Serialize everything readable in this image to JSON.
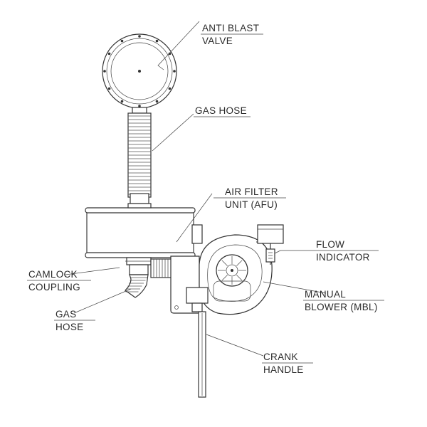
{
  "labels": {
    "anti_blast_valve": [
      "ANTI BLAST",
      "VALVE"
    ],
    "gas_hose_top": [
      "GAS HOSE"
    ],
    "air_filter_unit": [
      "AIR FILTER",
      "UNIT (AFU)"
    ],
    "flow_indicator": [
      "FLOW",
      "INDICATOR"
    ],
    "camlock_coupling": [
      "CAMLOCK",
      "COUPLING"
    ],
    "manual_blower": [
      "MANUAL",
      "BLOWER (MBL)"
    ],
    "gas_hose_bottom": [
      "GAS",
      "HOSE"
    ],
    "crank_handle": [
      "CRANK",
      "HANDLE"
    ]
  }
}
